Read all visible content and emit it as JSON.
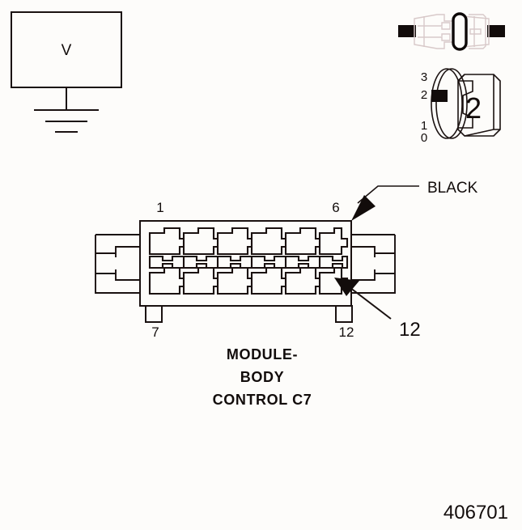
{
  "figure": {
    "number": "406701",
    "type": "automotive-connector-test-diagram"
  },
  "meter": {
    "symbol": "V",
    "name": "voltmeter",
    "ground_symbol": "chassis-ground"
  },
  "dial": {
    "value": "2",
    "scale": [
      "3",
      "2",
      "1",
      "0"
    ],
    "marker_position": "2"
  },
  "connector": {
    "name_lines": [
      "MODULE-",
      "BODY",
      "CONTROL C7"
    ],
    "color_label": "BLACK",
    "cavity_count": 12,
    "rows": 2,
    "columns": 6,
    "pin_labels": {
      "top_left": "1",
      "top_right": "6",
      "bottom_left": "7",
      "bottom_right": "12"
    },
    "callout_pin": "12"
  }
}
